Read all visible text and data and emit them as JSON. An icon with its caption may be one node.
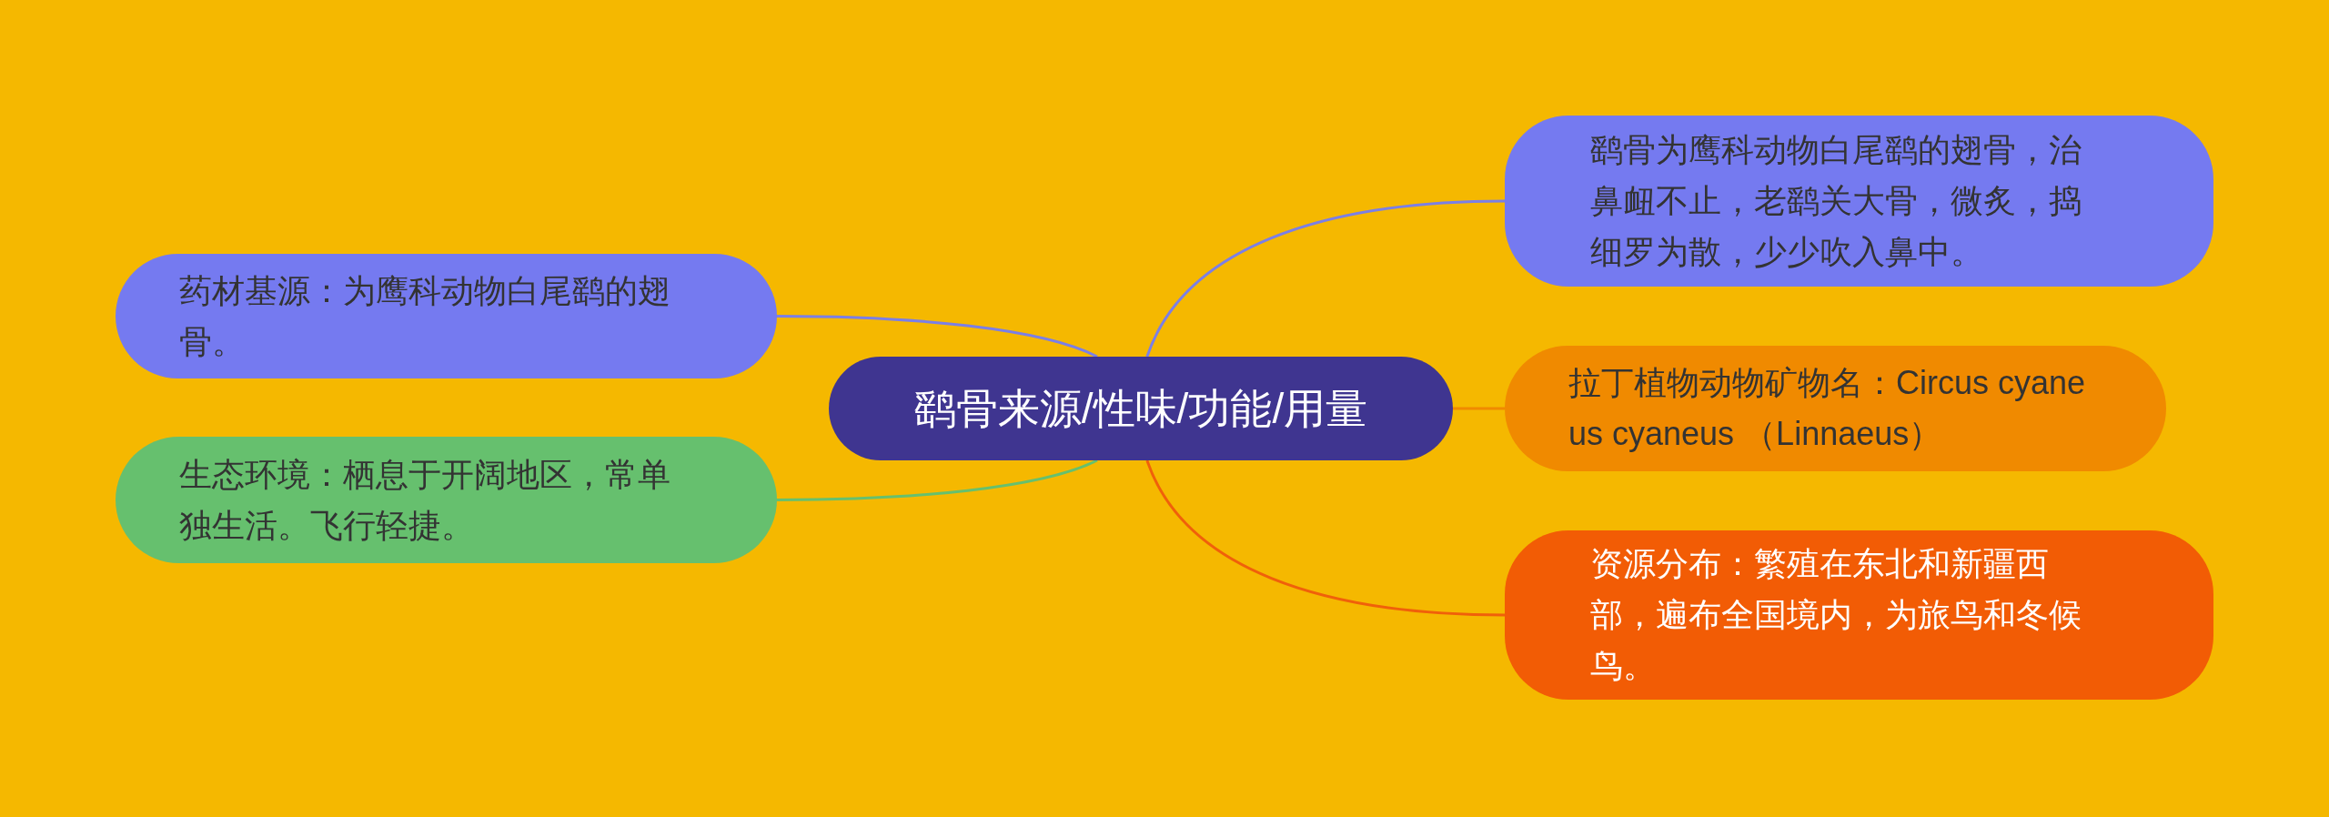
{
  "diagram": {
    "nodes": [
      {
        "text": [
          "鹞骨来源/性味/功能/用量"
        ]
      },
      {
        "text": [
          "鹞骨为鹰科动物白尾鹞的翅骨，治鼻衄不止，老鹞关大骨，微炙，捣细罗为散，少少吹入鼻中。"
        ]
      },
      {
        "text": [
          "拉丁植物动物矿物名：Circus cyaneus cyaneus （Linnaeus）"
        ]
      },
      {
        "text": [
          "资源分布：繁殖在东北和新疆西部，遍布全国境内，为旅鸟和冬候鸟。"
        ]
      },
      {
        "text": [
          "药材基源：为鹰科动物白尾鹞的翅骨。"
        ]
      },
      {
        "text": [
          "生态环境：栖息于开阔地区，常单独生活。飞行轻捷。"
        ]
      }
    ],
    "edges": [
      {
        "from": 0,
        "to": 1,
        "arrow": "none",
        "color": "#7b7fe6"
      },
      {
        "from": 0,
        "to": 2,
        "arrow": "none",
        "color": "#f08a00"
      },
      {
        "from": 0,
        "to": 3,
        "arrow": "none",
        "color": "#f0600a"
      },
      {
        "from": 0,
        "to": 4,
        "arrow": "none",
        "color": "#7b7fe6"
      },
      {
        "from": 0,
        "to": 5,
        "arrow": "none",
        "color": "#66c06e"
      }
    ]
  }
}
